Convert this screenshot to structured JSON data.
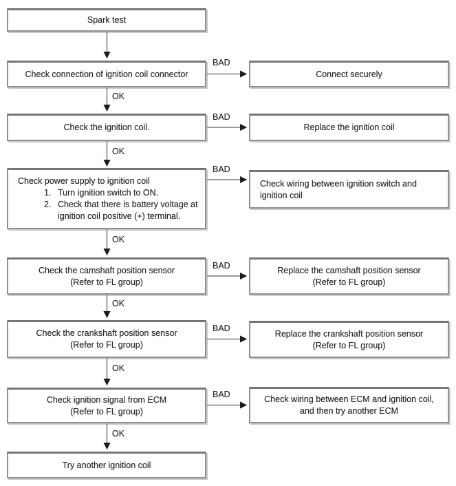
{
  "labels": {
    "ok": "OK",
    "bad": "BAD"
  },
  "colors": {
    "background": "#ffffff",
    "box_border": "#8f8f8f",
    "text": "#2a2a2a",
    "connector_line": "#5f5f5f",
    "arrowhead": "#1c1c1c"
  },
  "nodes": {
    "spark_test": {
      "lines": [
        "Spark test"
      ]
    },
    "check_connection": {
      "lines": [
        "Check connection of ignition coil connector"
      ]
    },
    "connect_securely": {
      "lines": [
        "Connect securely"
      ]
    },
    "check_coil": {
      "lines": [
        "Check the ignition coil."
      ]
    },
    "replace_coil": {
      "lines": [
        "Replace the ignition coil"
      ]
    },
    "check_power": {
      "title": "Check power supply to ignition coil",
      "steps": [
        {
          "num": "1.",
          "lines": [
            "Turn ignition switch to ON.",
            ""
          ]
        },
        {
          "num": "2.",
          "lines": [
            "Check that there is battery voltage at",
            "ignition coil positive (+) terminal."
          ]
        }
      ]
    },
    "check_wiring_switch": {
      "lines": [
        "Check wiring between ignition switch and",
        "ignition coil"
      ]
    },
    "check_camshaft": {
      "lines": [
        "Check the camshaft position sensor",
        "(Refer to FL group)"
      ]
    },
    "replace_camshaft": {
      "lines": [
        "Replace the camshaft position sensor",
        "(Refer to FL group)"
      ]
    },
    "check_crankshaft": {
      "lines": [
        "Check the crankshaft position sensor",
        "(Refer to FL group)"
      ]
    },
    "replace_crankshaft": {
      "lines": [
        "Replace the crankshaft position sensor",
        "(Refer to FL group)"
      ]
    },
    "check_ecm_signal": {
      "lines": [
        "Check ignition signal from ECM",
        "(Refer to FL group)"
      ]
    },
    "check_wiring_ecm": {
      "lines": [
        "Check wiring between ECM and ignition coil,",
        "and then try another ECM"
      ]
    },
    "try_another_coil": {
      "lines": [
        "Try another ignition coil"
      ]
    }
  }
}
